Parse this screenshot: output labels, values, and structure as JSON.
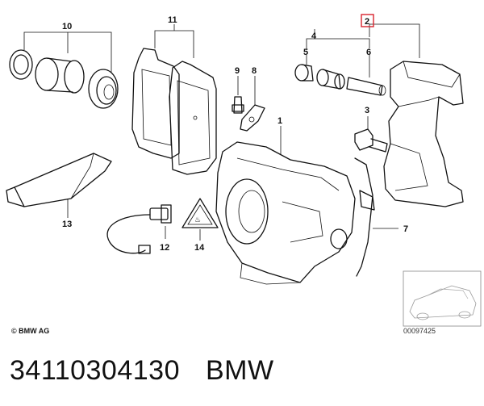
{
  "diagram": {
    "callouts": {
      "c1": "1",
      "c2": "2",
      "c3": "3",
      "c4": "4",
      "c5": "5",
      "c6": "6",
      "c7": "7",
      "c8": "8",
      "c9": "9",
      "c10": "10",
      "c11": "11",
      "c12": "12",
      "c13": "13",
      "c14": "14"
    },
    "highlight_color": "#d9232e",
    "copyright": "© BMW AG",
    "image_ref": "00097425"
  },
  "footer": {
    "part_number": "34110304130",
    "brand": "BMW"
  }
}
